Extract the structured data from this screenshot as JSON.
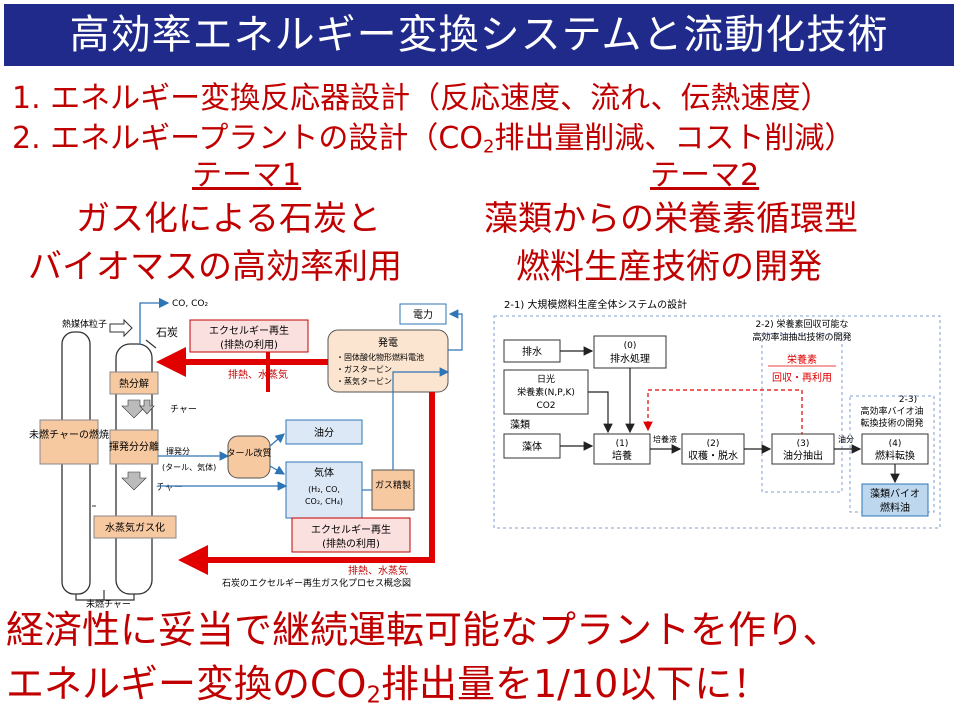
{
  "title": "高効率エネルギー変換システムと流動化技術",
  "points": [
    {
      "num": "1.",
      "text": "エネルギー変換反応器設計（反応速度、流れ、伝熱速度）"
    },
    {
      "num": "2.",
      "text_a": "エネルギープラントの設計（CO",
      "sub": "2",
      "text_b": "排出量削減、コスト削減）"
    }
  ],
  "theme1": {
    "label": "テーマ1",
    "line1": "ガス化による石炭と",
    "line2": "バイオマスの高効率利用"
  },
  "theme2": {
    "label": "テーマ2",
    "line1": "藻類からの栄養素循環型",
    "line2": "燃料生産技術の開発"
  },
  "left_diagram": {
    "co2_label": "CO, CO₂",
    "heat_carrier": "熱媒体粒子",
    "coal": "石炭",
    "exergy_top": "エクセルギー再生",
    "exergy_top_sub": "(排熱の利用)",
    "exhaust_top": "排熱、水蒸気",
    "power": "電力",
    "generation_title": "発電",
    "generation_items": [
      "・固体酸化物形燃料電池",
      "・ガスタービン",
      "・蒸気タービン"
    ],
    "pyrolysis": "熱分解",
    "char1": "チャー",
    "unburned_char_burn": "未燃チャーの燃焼",
    "volatiles_sep": "揮発分分離",
    "volatiles": "揮発分",
    "volatiles_sub": "(タール、気体)",
    "tar_reform": "タール改質",
    "oil": "油分",
    "gas": "気体",
    "gas_comp1": "(H₂, CO,",
    "gas_comp2": "CO₂, CH₄)",
    "gas_refine": "ガス精製",
    "char2": "チャー",
    "steam_gasification": "水蒸気ガス化",
    "exergy_bottom": "エクセルギー再生",
    "exergy_bottom_sub": "(排熱の利用)",
    "exhaust_bottom": "排熱、水蒸気",
    "caption": "石炭のエクセルギー再生ガス化プロセス概念図",
    "unburned_char": "未燃チャー"
  },
  "right_diagram": {
    "title": "2-1) 大規模燃料生産全体システムの設計",
    "nutrient_title1": "2-2) 栄養素回収可能な",
    "nutrient_title2": "高効率油抽出技術の開発",
    "wastewater": "排水",
    "step0_num": "(0)",
    "step0": "排水処理",
    "sunlight": "日光",
    "nutrients": "栄養素(N,P,K)",
    "co2": "CO2",
    "recovery1": "栄養素",
    "recovery2": "回収・再利用",
    "algae_label": "藻類",
    "algae_body": "藻体",
    "step1_num": "(1)",
    "step1": "培養",
    "culture_liquid": "培養液",
    "step2_num": "(2)",
    "step2": "収穫・脱水",
    "step3_num": "(3)",
    "step3": "油分抽出",
    "oil_label": "油分",
    "step4_num": "(4)",
    "step4": "燃料転換",
    "conv_title1": "2-3)",
    "conv_title2": "高効率バイオ油",
    "conv_title3": "転換技術の開発",
    "fuel1": "藻類バイオ",
    "fuel2": "燃料油"
  },
  "bottom": {
    "line1": "経済性に妥当で継続運転可能なプラントを作り、",
    "line2_a": "エネルギー変換のCO",
    "line2_sub": "2",
    "line2_b": "排出量を1/10以下に！"
  }
}
